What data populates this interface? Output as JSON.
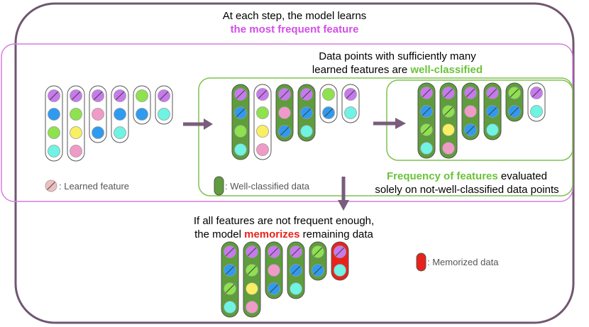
{
  "colors": {
    "outer_frame": "#6f5670",
    "inner_frame": "#d77ddf",
    "green_frame": "#7ec24f",
    "arrow": "#7a5c7c",
    "pill_border": "#555555",
    "classified_fill": "#5e9c3c",
    "memorized_fill": "#e7231b",
    "learned_legend_fill": "#efbfbf",
    "feature_purple": "#c879ee",
    "feature_blue": "#2f9bf0",
    "feature_green": "#8ee24d",
    "feature_cyan": "#6ff3e3",
    "feature_pink": "#f09ac8",
    "feature_yellow": "#f8ef62"
  },
  "title": {
    "line1": "At each step, the model learns",
    "line2": "the most frequent feature"
  },
  "section1": {
    "pre": "Data points with sufficiently many",
    "mid": "learned features are ",
    "emph": "well-classified"
  },
  "section2": {
    "emph": "Frequency of features",
    "post": " evaluated",
    "line2": "solely on not-well-classified data points"
  },
  "section3": {
    "line1": "If all features are not frequent enough,",
    "pre": "the model ",
    "emph": "memorizes",
    "post": " remaining data"
  },
  "legend": {
    "learned": ": Learned feature",
    "classified": ": Well-classified data",
    "memorized": ": Memorized data"
  },
  "groups": [
    {
      "name": "step-0",
      "columns": [
        {
          "state": "normal",
          "features": [
            {
              "c": "feature_purple",
              "learned": true
            },
            {
              "c": "feature_blue",
              "learned": false
            },
            {
              "c": "feature_green",
              "learned": false
            },
            {
              "c": "feature_cyan",
              "learned": false
            }
          ]
        },
        {
          "state": "normal",
          "features": [
            {
              "c": "feature_purple",
              "learned": true
            },
            {
              "c": "feature_green",
              "learned": false
            },
            {
              "c": "feature_yellow",
              "learned": false
            },
            {
              "c": "feature_pink",
              "learned": false
            }
          ]
        },
        {
          "state": "normal",
          "features": [
            {
              "c": "feature_purple",
              "learned": true
            },
            {
              "c": "feature_pink",
              "learned": false
            },
            {
              "c": "feature_blue",
              "learned": false
            }
          ]
        },
        {
          "state": "normal",
          "features": [
            {
              "c": "feature_purple",
              "learned": true
            },
            {
              "c": "feature_blue",
              "learned": false
            },
            {
              "c": "feature_cyan",
              "learned": false
            }
          ]
        },
        {
          "state": "normal",
          "features": [
            {
              "c": "feature_green",
              "learned": false
            },
            {
              "c": "feature_blue",
              "learned": false
            }
          ]
        },
        {
          "state": "normal",
          "features": [
            {
              "c": "feature_purple",
              "learned": true
            },
            {
              "c": "feature_cyan",
              "learned": false
            }
          ]
        }
      ]
    },
    {
      "name": "step-1",
      "columns": [
        {
          "state": "classified",
          "features": [
            {
              "c": "feature_purple",
              "learned": true
            },
            {
              "c": "feature_blue",
              "learned": true
            },
            {
              "c": "feature_green",
              "learned": false
            },
            {
              "c": "feature_cyan",
              "learned": false
            }
          ]
        },
        {
          "state": "normal",
          "features": [
            {
              "c": "feature_purple",
              "learned": true
            },
            {
              "c": "feature_green",
              "learned": false
            },
            {
              "c": "feature_yellow",
              "learned": false
            },
            {
              "c": "feature_pink",
              "learned": false
            }
          ]
        },
        {
          "state": "classified",
          "features": [
            {
              "c": "feature_purple",
              "learned": true
            },
            {
              "c": "feature_pink",
              "learned": false
            },
            {
              "c": "feature_blue",
              "learned": true
            }
          ]
        },
        {
          "state": "classified",
          "features": [
            {
              "c": "feature_purple",
              "learned": true
            },
            {
              "c": "feature_blue",
              "learned": true
            },
            {
              "c": "feature_cyan",
              "learned": false
            }
          ]
        },
        {
          "state": "normal",
          "features": [
            {
              "c": "feature_green",
              "learned": false
            },
            {
              "c": "feature_blue",
              "learned": true
            }
          ]
        },
        {
          "state": "normal",
          "features": [
            {
              "c": "feature_purple",
              "learned": true
            },
            {
              "c": "feature_cyan",
              "learned": false
            }
          ]
        }
      ]
    },
    {
      "name": "step-2",
      "columns": [
        {
          "state": "classified",
          "features": [
            {
              "c": "feature_purple",
              "learned": true
            },
            {
              "c": "feature_blue",
              "learned": true
            },
            {
              "c": "feature_green",
              "learned": true
            },
            {
              "c": "feature_cyan",
              "learned": false
            }
          ]
        },
        {
          "state": "classified",
          "features": [
            {
              "c": "feature_purple",
              "learned": true
            },
            {
              "c": "feature_green",
              "learned": true
            },
            {
              "c": "feature_yellow",
              "learned": false
            },
            {
              "c": "feature_pink",
              "learned": false
            }
          ]
        },
        {
          "state": "classified",
          "features": [
            {
              "c": "feature_purple",
              "learned": true
            },
            {
              "c": "feature_pink",
              "learned": false
            },
            {
              "c": "feature_blue",
              "learned": true
            }
          ]
        },
        {
          "state": "classified",
          "features": [
            {
              "c": "feature_purple",
              "learned": true
            },
            {
              "c": "feature_blue",
              "learned": true
            },
            {
              "c": "feature_cyan",
              "learned": false
            }
          ]
        },
        {
          "state": "classified",
          "features": [
            {
              "c": "feature_green",
              "learned": true
            },
            {
              "c": "feature_blue",
              "learned": true
            }
          ]
        },
        {
          "state": "normal",
          "features": [
            {
              "c": "feature_purple",
              "learned": true
            },
            {
              "c": "feature_cyan",
              "learned": false
            }
          ]
        }
      ]
    },
    {
      "name": "step-final",
      "columns": [
        {
          "state": "classified",
          "features": [
            {
              "c": "feature_purple",
              "learned": true
            },
            {
              "c": "feature_blue",
              "learned": true
            },
            {
              "c": "feature_green",
              "learned": true
            },
            {
              "c": "feature_cyan",
              "learned": false
            }
          ]
        },
        {
          "state": "classified",
          "features": [
            {
              "c": "feature_purple",
              "learned": true
            },
            {
              "c": "feature_green",
              "learned": true
            },
            {
              "c": "feature_yellow",
              "learned": false
            },
            {
              "c": "feature_pink",
              "learned": false
            }
          ]
        },
        {
          "state": "classified",
          "features": [
            {
              "c": "feature_purple",
              "learned": true
            },
            {
              "c": "feature_pink",
              "learned": false
            },
            {
              "c": "feature_blue",
              "learned": true
            }
          ]
        },
        {
          "state": "classified",
          "features": [
            {
              "c": "feature_purple",
              "learned": true
            },
            {
              "c": "feature_blue",
              "learned": true
            },
            {
              "c": "feature_cyan",
              "learned": false
            }
          ]
        },
        {
          "state": "classified",
          "features": [
            {
              "c": "feature_green",
              "learned": true
            },
            {
              "c": "feature_blue",
              "learned": true
            }
          ]
        },
        {
          "state": "memorized",
          "features": [
            {
              "c": "feature_purple",
              "learned": true
            },
            {
              "c": "feature_cyan",
              "learned": false
            }
          ]
        }
      ]
    }
  ]
}
